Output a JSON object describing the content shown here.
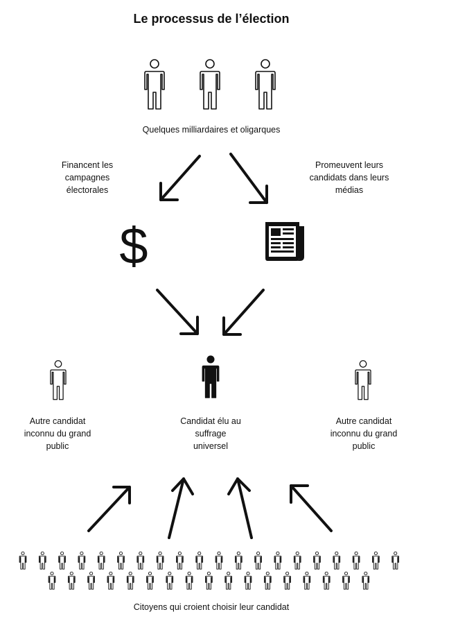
{
  "title": "Le processus de l’électio n",
  "labels": {
    "oligarchs": "Quelques milliardaires et oligarques",
    "financing": "Financent les campagnes électorales",
    "promoting": "Promeuvent leurs candidats dans leurs médias",
    "money_symbol": "$",
    "other_left": "Autre candidat inconnu du grand public",
    "elected": "Candidat élu au suffrage universel",
    "other_right": "Autre candidat inconnu du grand public",
    "citizens": "Citoyens qui croient choisir leur candidat"
  },
  "icons": {
    "person_outline": "person-outline-icon",
    "person_filled": "person-filled-icon",
    "money": "dollar-icon",
    "newspaper": "newspaper-icon",
    "arrow": "arrow-icon"
  },
  "colors": {
    "ink": "#111111",
    "background": "#ffffff"
  }
}
